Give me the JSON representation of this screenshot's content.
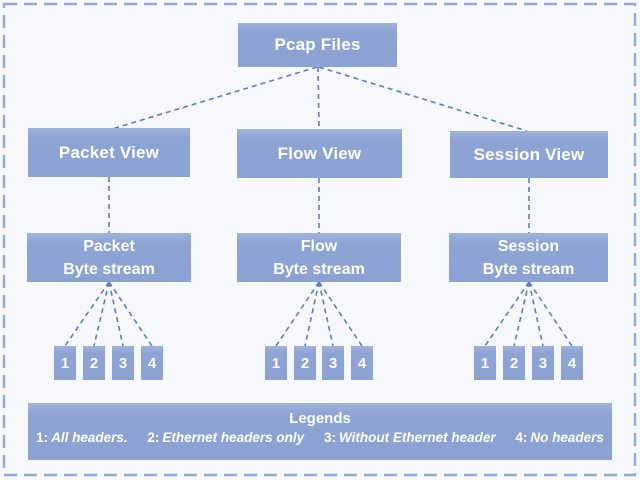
{
  "diagram": {
    "root": {
      "label": "Pcap Files"
    },
    "columns": [
      {
        "view_label": "Packet View",
        "stream_line1": "Packet",
        "stream_line2": "Byte stream",
        "leaves": [
          "1",
          "2",
          "3",
          "4"
        ]
      },
      {
        "view_label": "Flow View",
        "stream_line1": "Flow",
        "stream_line2": "Byte stream",
        "leaves": [
          "1",
          "2",
          "3",
          "4"
        ]
      },
      {
        "view_label": "Session View",
        "stream_line1": "Session",
        "stream_line2": "Byte stream",
        "leaves": [
          "1",
          "2",
          "3",
          "4"
        ]
      }
    ],
    "legend": {
      "title": "Legends",
      "items": [
        {
          "num": "1:",
          "text": "All headers."
        },
        {
          "num": "2:",
          "text": "Ethernet headers only"
        },
        {
          "num": "3:",
          "text": "Without Ethernet header"
        },
        {
          "num": "4:",
          "text": "No headers"
        }
      ]
    },
    "colors": {
      "box_fill": "#8CA2D3",
      "connector": "#5B7DC7",
      "outer_border": "#93A9DC",
      "background": "#F6F8FB",
      "text": "#FFFFFF"
    }
  }
}
